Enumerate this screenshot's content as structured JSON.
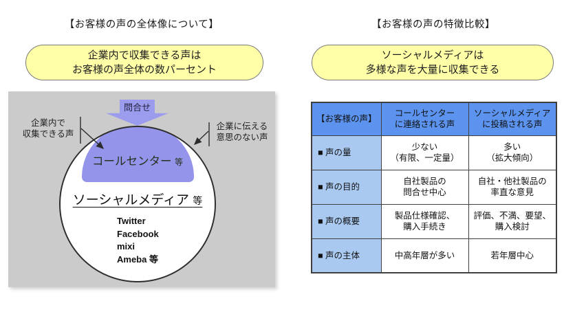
{
  "colors": {
    "panel_gray": "#cbcbcb",
    "highlight_yellow": "#ffffa8",
    "diagram_purple": "#9494ea",
    "table_header_blue": "#5b93ee",
    "table_label_blue": "#a9c9f1"
  },
  "left_panel": {
    "title": "【お客様の声の全体像について】",
    "summary": {
      "line1": "企業内で収集できる声は",
      "line2": "お客様の声全体の数パーセント"
    },
    "diagram": {
      "inquiry_arrow_label": "問合せ",
      "left_note": {
        "line1": "企業内で",
        "line2": "収集できる声"
      },
      "right_note": {
        "line1": "企業に伝える",
        "line2": "意思のない声"
      },
      "call_center": {
        "label": "コールセンター",
        "suffix": "等"
      },
      "social_media": {
        "label": "ソーシャルメディア",
        "suffix": "等"
      },
      "sns_list": [
        "Twitter",
        "Facebook",
        "mixi",
        "Ameba 等"
      ]
    }
  },
  "right_panel": {
    "title": "【お客様の声の特徴比較】",
    "summary": {
      "line1": "ソーシャルメディアは",
      "line2": "多様な声を大量に収集できる"
    },
    "table": {
      "headers": {
        "c1": "【お客様の声】",
        "c2": "コールセンター\nに連絡される声",
        "c3": "ソーシャルメディア\nに投稿される声"
      },
      "rows": [
        {
          "label": "■ 声の量",
          "call_center": "少ない\n（有限、一定量）",
          "social_media": "多い\n（拡大傾向）"
        },
        {
          "label": "■ 声の目的",
          "call_center": "自社製品の\n問合せ中心",
          "social_media": "自社・他社製品の\n率直な意見"
        },
        {
          "label": "■ 声の概要",
          "call_center": "製品仕様確認、\n購入手続き",
          "social_media": "評価、不満、要望、\n購入検討"
        },
        {
          "label": "■ 声の主体",
          "call_center": "中高年層が多い",
          "social_media": "若年層中心"
        }
      ]
    }
  }
}
